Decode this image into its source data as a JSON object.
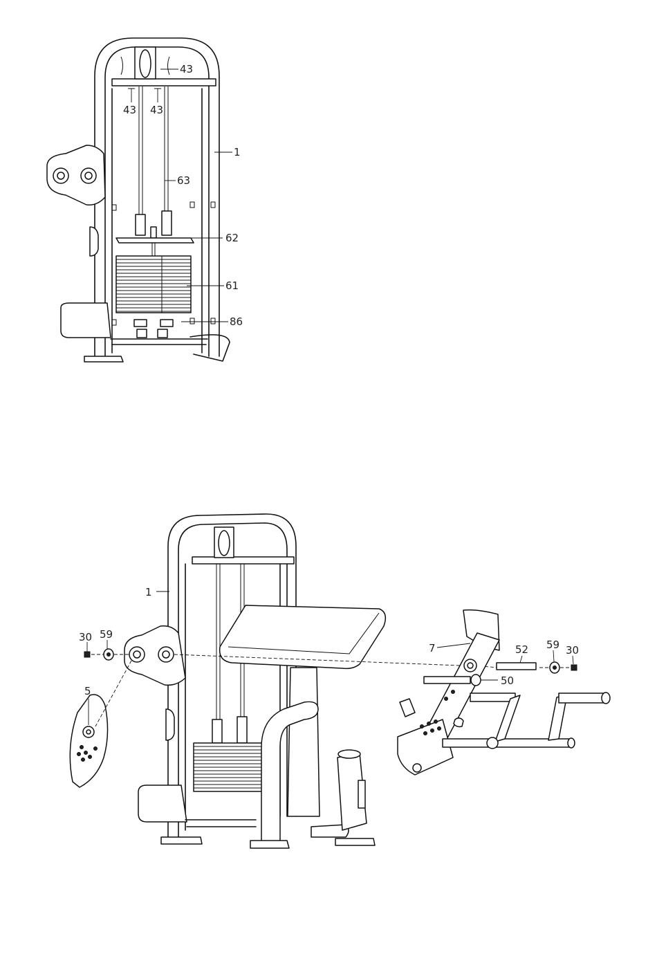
{
  "figure_top": {
    "callouts": [
      {
        "id": "t43a",
        "label": "43"
      },
      {
        "id": "t43b",
        "label": "43"
      },
      {
        "id": "t43c",
        "label": "43"
      },
      {
        "id": "t1",
        "label": "1"
      },
      {
        "id": "t63",
        "label": "63"
      },
      {
        "id": "t62",
        "label": "62"
      },
      {
        "id": "t61",
        "label": "61"
      },
      {
        "id": "t86",
        "label": "86"
      }
    ]
  },
  "figure_bottom": {
    "callouts": [
      {
        "id": "b1",
        "label": "1"
      },
      {
        "id": "b30a",
        "label": "30"
      },
      {
        "id": "b59a",
        "label": "59"
      },
      {
        "id": "b5",
        "label": "5"
      },
      {
        "id": "b7",
        "label": "7"
      },
      {
        "id": "b52",
        "label": "52"
      },
      {
        "id": "b59b",
        "label": "59"
      },
      {
        "id": "b30b",
        "label": "30"
      },
      {
        "id": "b50",
        "label": "50"
      }
    ]
  }
}
